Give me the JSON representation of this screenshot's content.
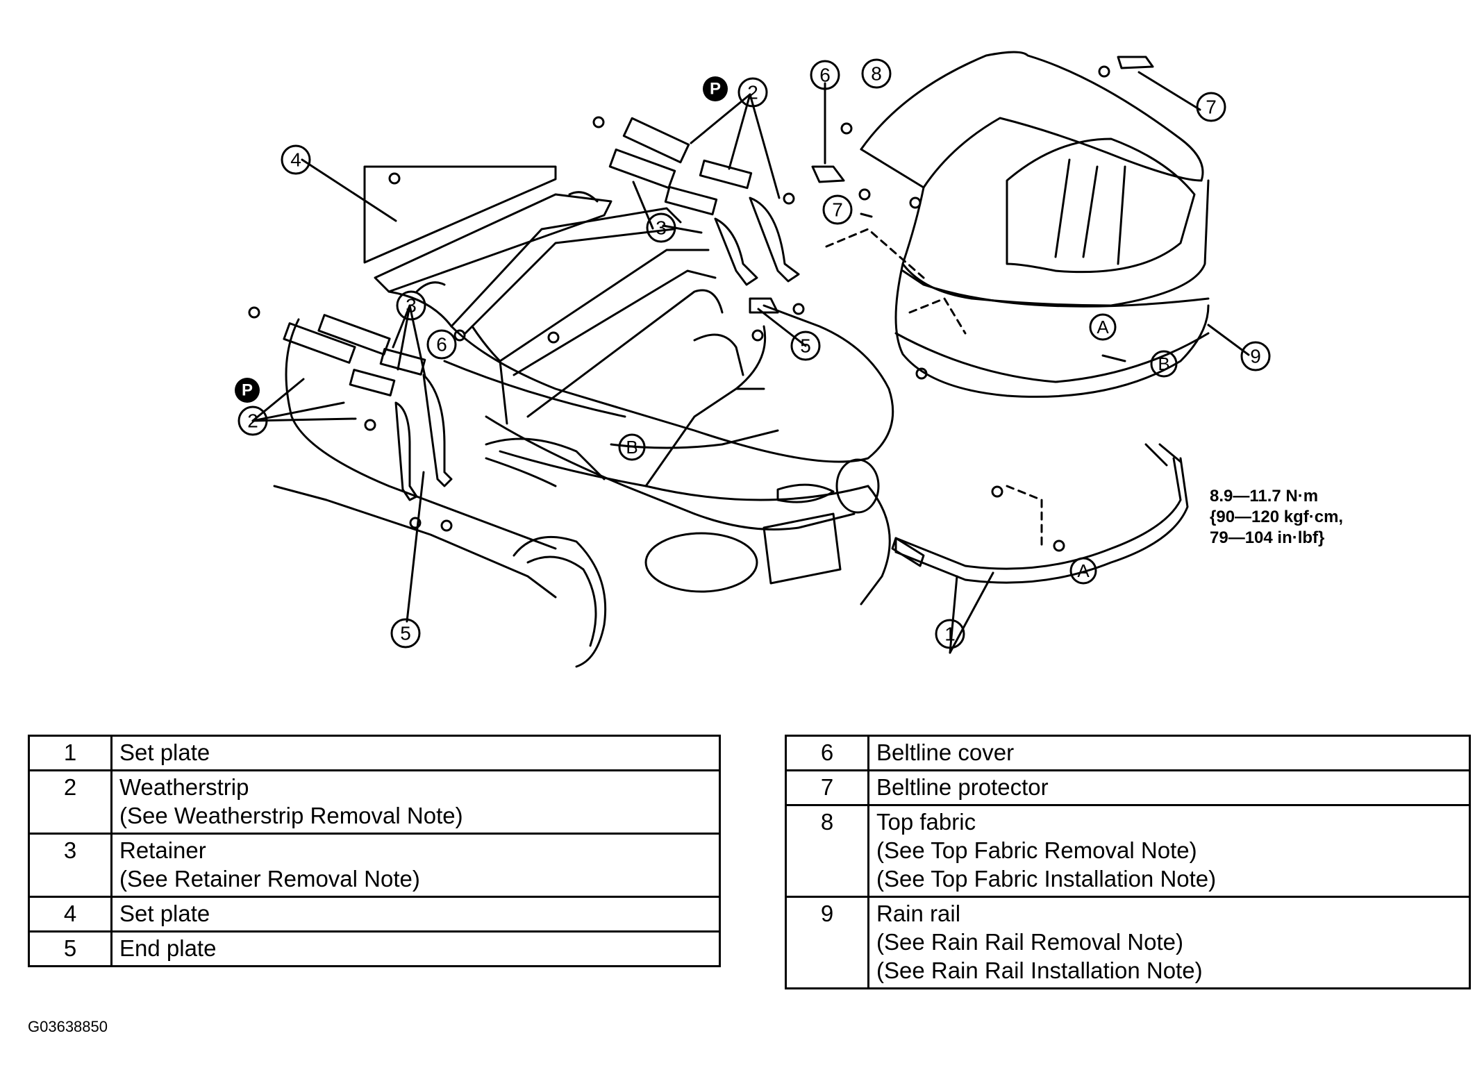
{
  "diagram": {
    "callouts": [
      "1",
      "2",
      "3",
      "4",
      "5",
      "6",
      "7",
      "8",
      "9"
    ],
    "reference_letters": [
      "A",
      "B"
    ],
    "note_symbol": "P",
    "torque_spec": [
      "8.9—11.7 N·m",
      "{90—120 kgf·cm,",
      "79—104 in·lbf}"
    ]
  },
  "parts_table_left": [
    {
      "num": "1",
      "lines": [
        "Set plate"
      ]
    },
    {
      "num": "2",
      "lines": [
        "Weatherstrip",
        "(See Weatherstrip Removal Note)"
      ]
    },
    {
      "num": "3",
      "lines": [
        "Retainer",
        "(See Retainer Removal Note)"
      ]
    },
    {
      "num": "4",
      "lines": [
        "Set plate"
      ]
    },
    {
      "num": "5",
      "lines": [
        "End plate"
      ]
    }
  ],
  "parts_table_right": [
    {
      "num": "6",
      "lines": [
        "Beltline cover"
      ]
    },
    {
      "num": "7",
      "lines": [
        "Beltline protector"
      ]
    },
    {
      "num": "8",
      "lines": [
        "Top fabric",
        "(See Top Fabric Removal Note)",
        "(See Top Fabric Installation Note)"
      ]
    },
    {
      "num": "9",
      "lines": [
        "Rain rail",
        "(See Rain Rail Removal Note)",
        "(See Rain Rail Installation Note)"
      ]
    }
  ],
  "figure_code": "G03638850"
}
